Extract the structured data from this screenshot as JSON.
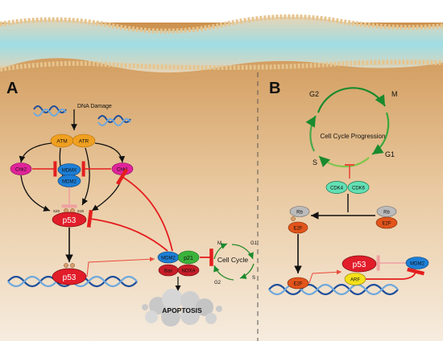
{
  "panels": {
    "a_label": "A",
    "b_label": "B"
  },
  "panel_a": {
    "dna_damage": "DNA Damage",
    "atm": "ATM",
    "atr": "ATR",
    "chk2": "Chk2",
    "chk1": "Chk1",
    "mdmx": "MDMX",
    "mdm2": "MDM2",
    "p53_top": "p53",
    "site_s20": "S20",
    "site_s15": "S15",
    "p53_bottom": "p53",
    "mdm2_right": "MDM2",
    "p21": "p21",
    "bax": "Bax",
    "noxa": "NOXA",
    "cell_cycle": "Cell Cycle",
    "phase_m": "M",
    "phase_g1": "G1",
    "phase_g2": "G2",
    "phase_s": "S",
    "apoptosis": "APOPTOSIS"
  },
  "panel_b": {
    "g2": "G2",
    "m": "M",
    "g1": "G1",
    "s": "S",
    "progression": "Cell Cycle Progression",
    "cdk4": "CDK4",
    "cdk6": "CDK6",
    "rb_left": "Rb",
    "e2f_left": "E2F",
    "rb_right": "Rb",
    "e2f_right": "E2F",
    "e2f_dna": "E2F",
    "p53": "p53",
    "mdm2": "MDM2",
    "arf": "ARF"
  },
  "colors": {
    "p53": "#e11d2a",
    "mdm2": "#1d7fd6",
    "p21": "#3bb33b",
    "atm_atr": "#f0a020",
    "chk": "#e0239a",
    "inhibit": "#e41e1e",
    "cdk": "#63e0b5",
    "e2f": "#e2541b",
    "arf": "#f5e01a",
    "dna": "#1e4f9c"
  }
}
